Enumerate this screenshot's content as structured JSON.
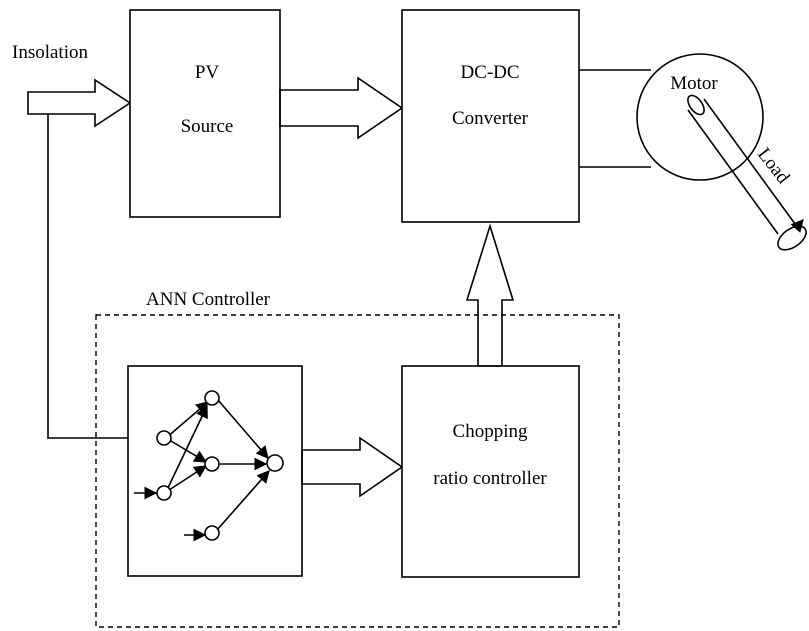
{
  "diagram": {
    "input_label": "Insolation",
    "pv_source": {
      "line1": "PV",
      "line2": "Source"
    },
    "converter": {
      "line1": "DC-DC",
      "line2": "Converter"
    },
    "motor_label": "Motor",
    "load_label": "Load",
    "ann_controller_label": "ANN  Controller",
    "chopping": {
      "line1": "Chopping",
      "line2": "ratio controller"
    }
  }
}
